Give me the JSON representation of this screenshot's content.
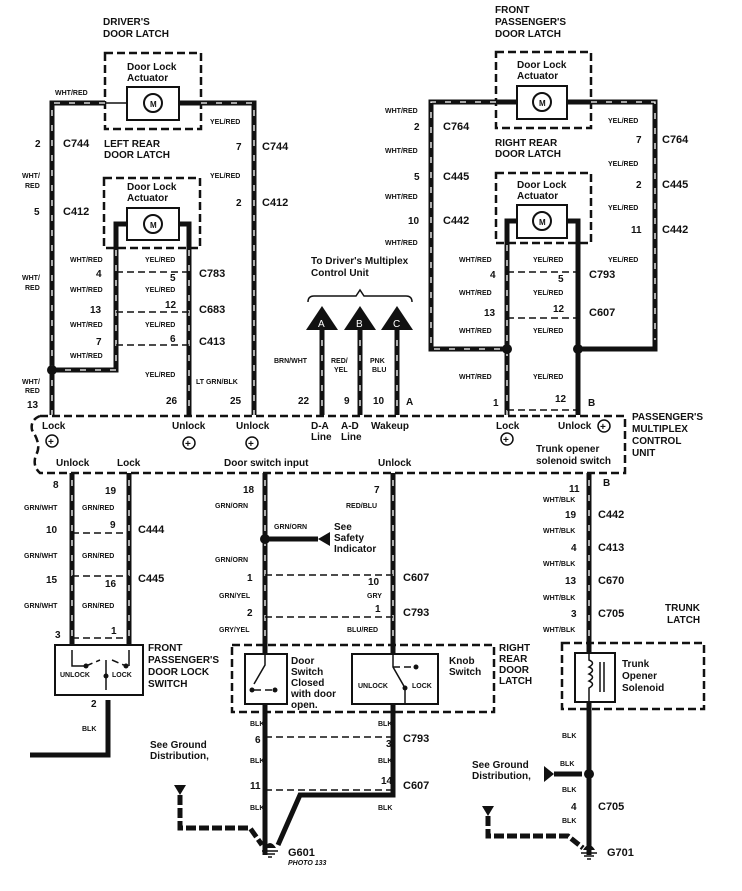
{
  "components": {
    "drivers_door_latch": {
      "title": [
        "DRIVER'S",
        "DOOR LATCH"
      ],
      "actuator": [
        "Door Lock",
        "Actuator"
      ],
      "motor": "M"
    },
    "left_rear_door_latch": {
      "title": [
        "LEFT REAR",
        "DOOR LATCH"
      ],
      "actuator": [
        "Door Lock",
        "Actuator"
      ],
      "motor": "M"
    },
    "front_passengers_door_latch": {
      "title": [
        "FRONT",
        "PASSENGER'S",
        "DOOR LATCH"
      ],
      "actuator": [
        "Door Lock",
        "Actuator"
      ],
      "motor": "M"
    },
    "right_rear_door_latch": {
      "title": [
        "RIGHT REAR",
        "DOOR LATCH"
      ],
      "actuator": [
        "Door Lock",
        "Actuator"
      ],
      "motor": "M"
    },
    "multiplex_unit": {
      "title": [
        "PASSENGER'S",
        "MULTIPLEX",
        "CONTROL",
        "UNIT"
      ],
      "top_labels": [
        "Lock",
        "Unlock",
        "Unlock",
        "D-A",
        "Line",
        "A-D",
        "Line",
        "Wakeup",
        "Lock",
        "Unlock"
      ],
      "bottom_labels": [
        "Unlock",
        "Lock",
        "Door switch input",
        "Unlock",
        "Trunk opener",
        "solenoid switch"
      ],
      "plus": "+"
    },
    "driver_multiplex_link": {
      "title": [
        "To Driver's Multiplex",
        "Control Unit"
      ],
      "arrows": [
        "A",
        "B",
        "C"
      ]
    },
    "fp_lock_switch": {
      "title": [
        "FRONT",
        "PASSENGER'S",
        "DOOR LOCK",
        "SWITCH"
      ],
      "unlock": "UNLOCK",
      "lock": "LOCK"
    },
    "right_rear_latch_lower": {
      "title": [
        "RIGHT",
        "REAR",
        "DOOR",
        "LATCH"
      ],
      "door_switch": [
        "Door",
        "Switch",
        "Closed",
        "with door",
        "open."
      ],
      "knob_switch": [
        "Knob",
        "Switch"
      ],
      "unlock": "UNLOCK",
      "lock": "LOCK"
    },
    "trunk_latch": {
      "title": [
        "TRUNK",
        "LATCH"
      ],
      "solenoid": [
        "Trunk",
        "Opener",
        "Solenoid"
      ]
    },
    "safety": {
      "text": [
        "See",
        "Safety",
        "Indicator"
      ]
    },
    "ground_ref": {
      "text": [
        "See Ground",
        "Distribution,"
      ]
    },
    "grounds": {
      "g601": "G601",
      "g601_photo": "PHOTO 133",
      "g701": "G701"
    }
  },
  "wires": {
    "wht_red": "WHT/RED",
    "wht_red_split": [
      "WHT/",
      "RED"
    ],
    "yel_red": "YEL/RED",
    "lt_grn_blk": "LT GRN/BLK",
    "brn_wht": "BRN/WHT",
    "red_yel": [
      "RED/",
      "YEL"
    ],
    "pnk_blu": [
      "PNK",
      "BLU"
    ],
    "grn_wht": "GRN/WHT",
    "grn_red": "GRN/RED",
    "grn_orn": "GRN/ORN",
    "grn_yel": "GRN/YEL",
    "gry_yel": "GRY/YEL",
    "red_blu": "RED/BLU",
    "gry": "GRY",
    "blu_red": "BLU/RED",
    "wht_blk": "WHT/BLK",
    "blk": "BLK"
  },
  "connectors": {
    "c744": "C744",
    "c412": "C412",
    "c783": "C783",
    "c683": "C683",
    "c413": "C413",
    "c764": "C764",
    "c445": "C445",
    "c442": "C442",
    "c793": "C793",
    "c607": "C607",
    "c444": "C444",
    "c670": "C670",
    "c705": "C705"
  },
  "pins": {
    "p2": "2",
    "p7": "7",
    "p5": "5",
    "p4": "4",
    "p13": "13",
    "p12": "12",
    "p6": "6",
    "p26": "26",
    "p25": "25",
    "p22": "22",
    "p9": "9",
    "p10": "10",
    "pA": "A",
    "p1": "1",
    "pB": "B",
    "p11": "11",
    "p8": "8",
    "p19": "19",
    "p15": "15",
    "p16": "16",
    "p3": "3",
    "p18": "18",
    "p14": "14"
  }
}
